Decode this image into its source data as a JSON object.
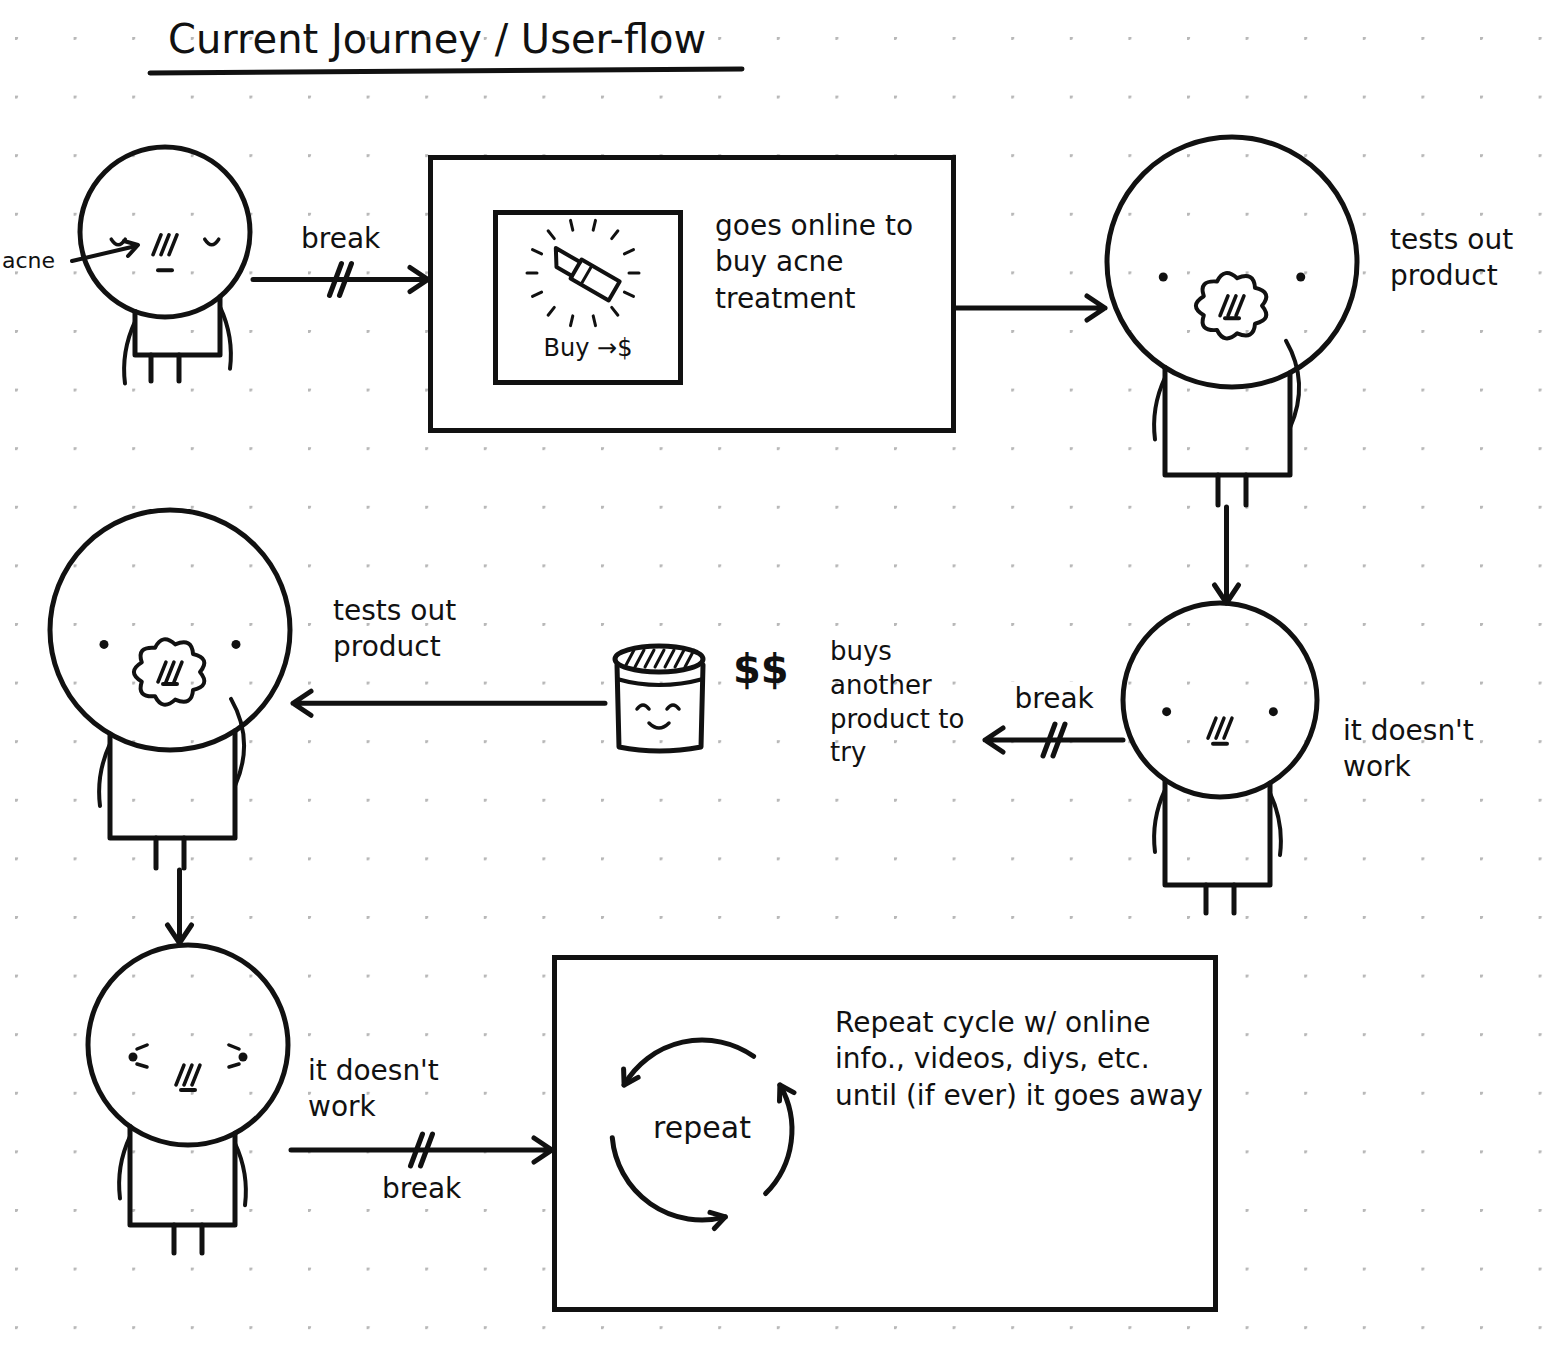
{
  "diagram": {
    "title": "Current Journey / User-flow",
    "nodes": [
      {
        "text": [
          "acne"
        ]
      },
      {
        "text": [
          "goes online to buy acne treatment"
        ]
      },
      {
        "text": [
          "Buy →$"
        ],
        "in": 1
      },
      {
        "text": [
          "tests out product"
        ]
      },
      {
        "text": [
          "it doesn't work"
        ]
      },
      {
        "text": [
          "$$",
          "buys another product to try"
        ]
      },
      {
        "text": [
          "tests out product"
        ]
      },
      {
        "text": [
          "it doesn't work"
        ]
      },
      {
        "text": [
          "Repeat cycle w/ online info., videos, diys, etc. until (if ever) it goes away"
        ]
      },
      {
        "text": [
          "repeat"
        ],
        "in": 8
      }
    ],
    "edges": [
      {
        "from": 0,
        "to": 1,
        "arrow": "to",
        "label": "break"
      },
      {
        "from": 1,
        "to": 3,
        "arrow": "to"
      },
      {
        "from": 3,
        "to": 4,
        "arrow": "to"
      },
      {
        "from": 4,
        "to": 5,
        "arrow": "to",
        "label": "break"
      },
      {
        "from": 5,
        "to": 6,
        "arrow": "to"
      },
      {
        "from": 6,
        "to": 7,
        "arrow": "to"
      },
      {
        "from": 7,
        "to": 8,
        "arrow": "to",
        "label": "break"
      }
    ]
  }
}
